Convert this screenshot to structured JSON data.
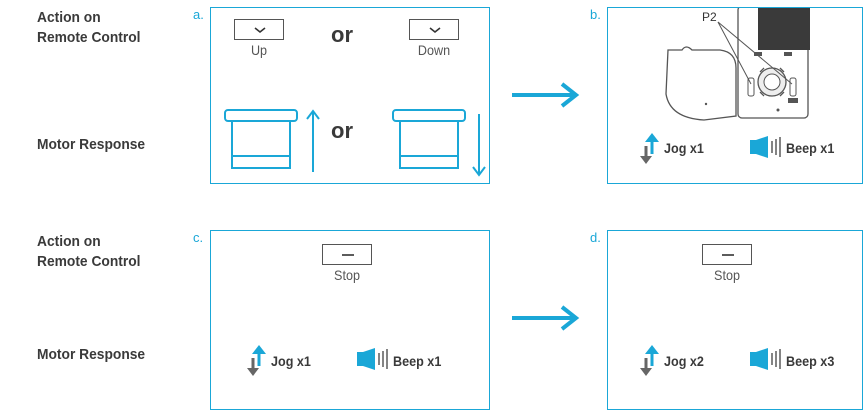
{
  "labels": {
    "action_row1": [
      "Action on",
      "Remote Control"
    ],
    "motor_row1": "Motor Response",
    "action_row2": [
      "Action on",
      "Remote Control"
    ],
    "motor_row2": "Motor Response"
  },
  "panels": {
    "a": {
      "letter": "a.",
      "button_up": "Up",
      "button_down": "Down",
      "or_top": "or",
      "or_bottom": "or"
    },
    "b": {
      "letter": "b.",
      "callout": "P2",
      "jog": "Jog x1",
      "beep": "Beep x1"
    },
    "c": {
      "letter": "c.",
      "button": "Stop",
      "jog": "Jog x1",
      "beep": "Beep x1"
    },
    "d": {
      "letter": "d.",
      "button": "Stop",
      "jog": "Jog x2",
      "beep": "Beep x3"
    }
  },
  "colors": {
    "accent": "#1aa7d7",
    "text": "#3a3a3a",
    "jog_arrow_dark": "#555555"
  },
  "icons": [
    "chevron-down-icon",
    "stop-dash-icon",
    "shade-icon",
    "arrow-up-icon",
    "arrow-down-icon",
    "arrow-right-icon",
    "jog-icon",
    "speaker-icon"
  ]
}
